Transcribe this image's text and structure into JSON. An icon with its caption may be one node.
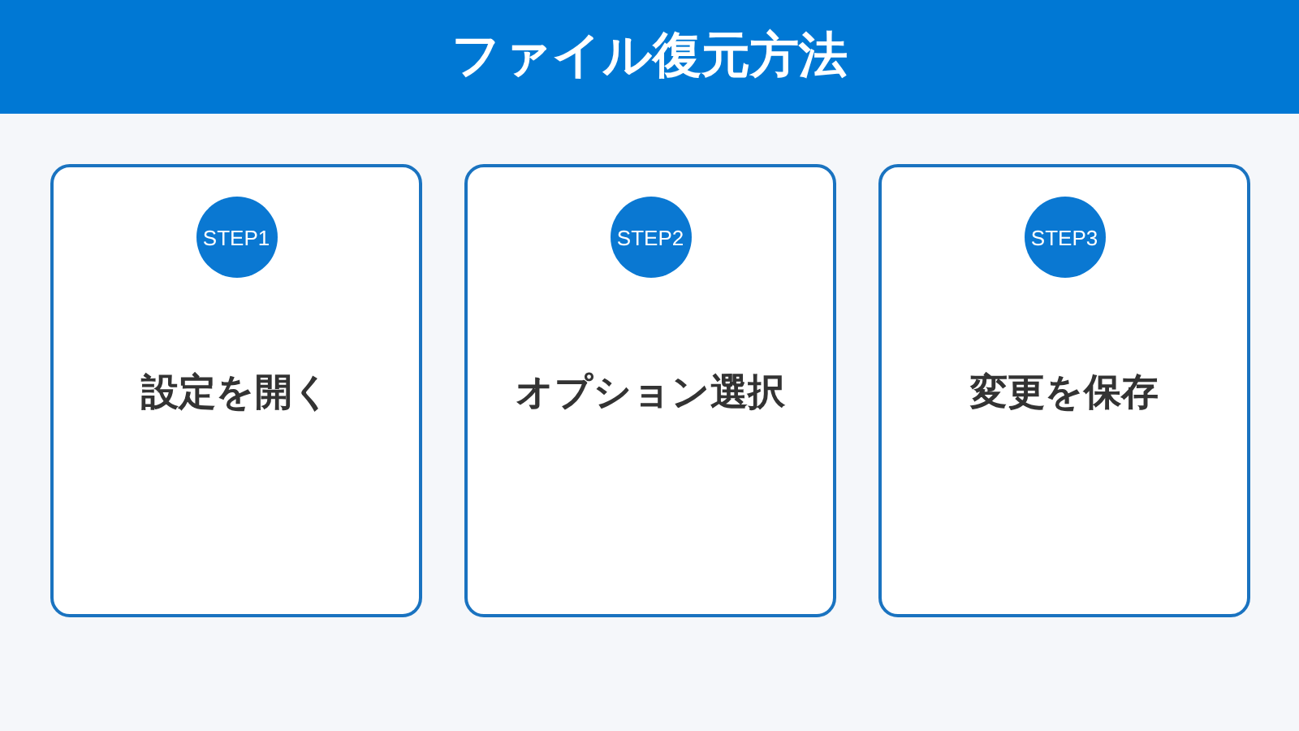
{
  "diagram": {
    "title": "ファイル復元方法",
    "nodes": [
      {
        "text": [
          "設定を開く"
        ]
      },
      {
        "text": [
          "STEP1"
        ],
        "in": 0
      },
      {
        "text": [
          "オプション選択"
        ]
      },
      {
        "text": [
          "STEP2"
        ],
        "in": 2
      },
      {
        "text": [
          "変更を保存"
        ]
      },
      {
        "text": [
          "STEP3"
        ],
        "in": 4
      }
    ]
  }
}
